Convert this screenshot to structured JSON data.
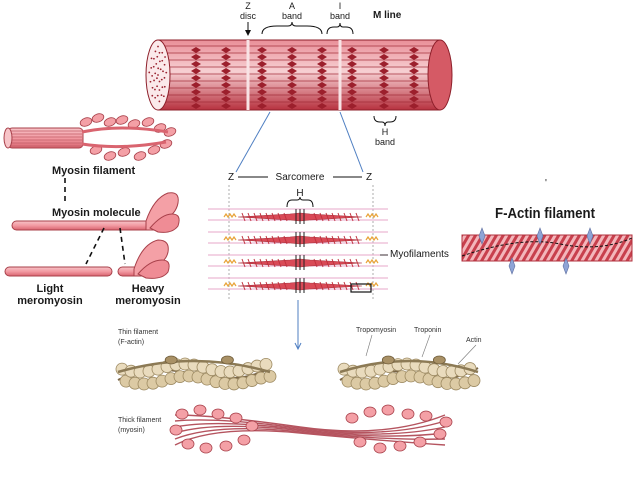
{
  "muscle_fibril": {
    "z_disc": [
      "Z",
      "disc"
    ],
    "a_band": [
      "A",
      "band"
    ],
    "i_band": [
      "I",
      "band"
    ],
    "m_line": "M line",
    "h_band": [
      "H",
      "band"
    ]
  },
  "myosin": {
    "filament": "Myosin filament",
    "molecule": "Myosin molecule",
    "light_meromyosin": [
      "Light",
      "meromyosin"
    ],
    "heavy_meromyosin": [
      "Heavy",
      "meromyosin"
    ]
  },
  "sarcomere": {
    "z_left": "Z",
    "title": "Sarcomere",
    "z_right": "Z",
    "h": "H",
    "myofilaments": "Myofilaments"
  },
  "factin": {
    "title": "F-Actin filament",
    "tick": "'"
  },
  "thin_filament": {
    "label": [
      "Thin filament",
      "(F-actin)"
    ],
    "tropomyosin": "Tropomyosin",
    "troponin": "Troponin",
    "actin": "Actin"
  },
  "thick_filament": {
    "label": [
      "Thick filament",
      "(myosin)"
    ]
  },
  "colors": {
    "muscle_red": "#c9434f",
    "muscle_pink": "#f1b9be",
    "myosin_pink": "#f4a0a6",
    "actin_tan": "#c9b48a",
    "pointer_blue": "#4f7fc2"
  }
}
